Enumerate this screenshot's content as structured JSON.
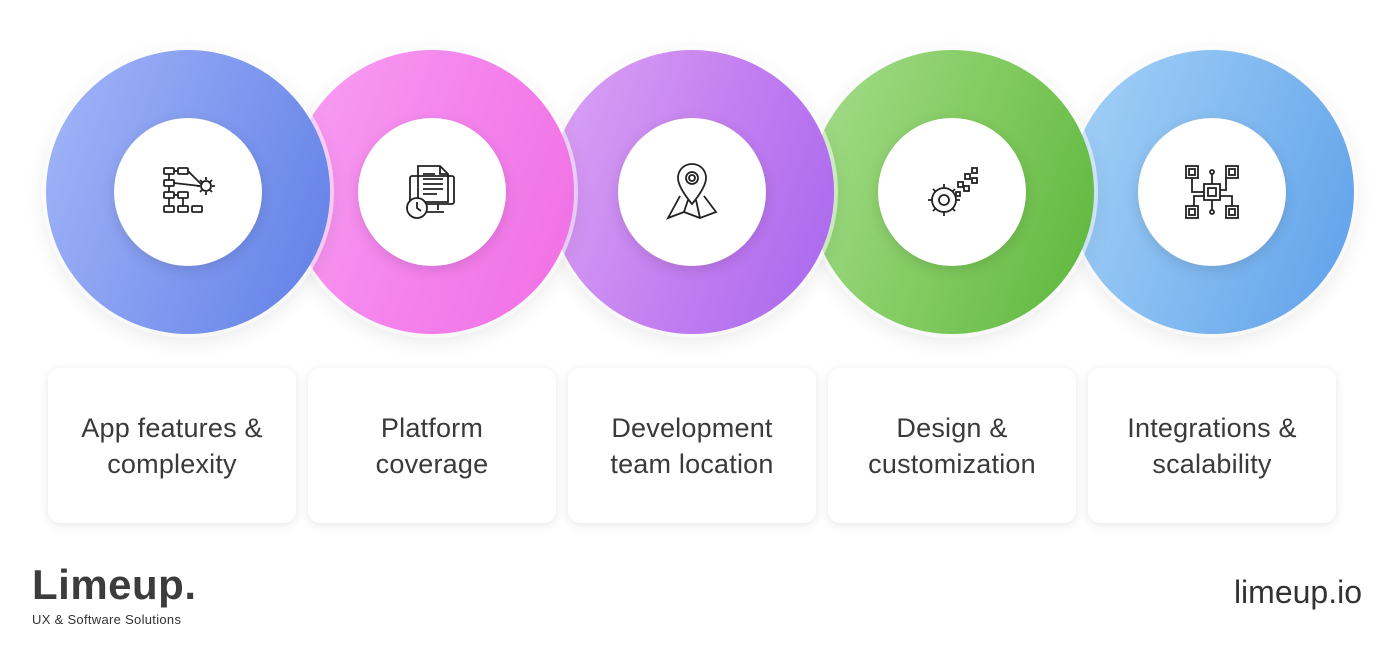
{
  "items": [
    {
      "label": "App features &\ncomplexity",
      "icon": "feature-tree-gear-icon",
      "color_from": "#a3b6f8",
      "color_to": "#5f7fe6"
    },
    {
      "label": "Platform\ncoverage",
      "icon": "document-monitor-clock-icon",
      "color_from": "#f8a0f2",
      "color_to": "#f06fe3"
    },
    {
      "label": "Development\nteam location",
      "icon": "map-pin-icon",
      "color_from": "#dca5f4",
      "color_to": "#a767ee"
    },
    {
      "label": "Design &\ncustomization",
      "icon": "gear-pixels-icon",
      "color_from": "#a6dd8c",
      "color_to": "#5bb63b"
    },
    {
      "label": "Integrations &\nscalability",
      "icon": "chip-integration-icon",
      "color_from": "#a5d2f7",
      "color_to": "#5e9fea"
    }
  ],
  "brand": {
    "name": "Limeup.",
    "tagline": "UX & Software Solutions",
    "site": "limeup.io"
  }
}
